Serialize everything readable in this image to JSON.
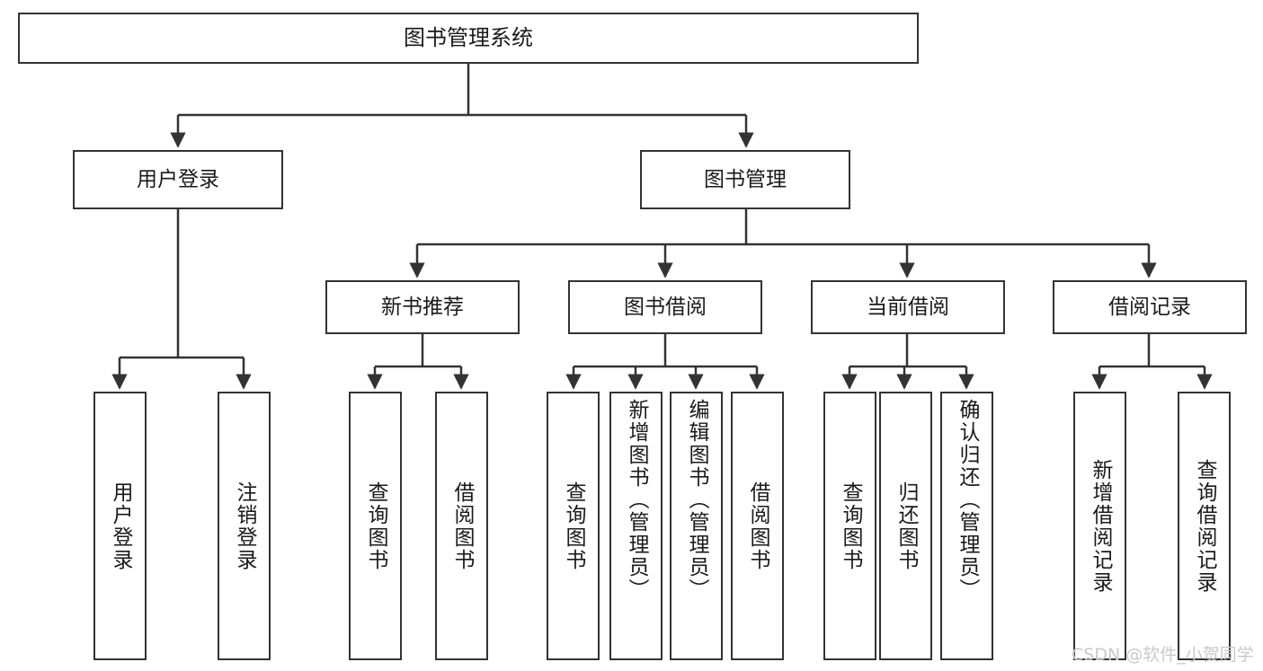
{
  "diagram": {
    "type": "tree-hierarchy",
    "title": "图书管理系统",
    "watermark": "CSDN @软件_小贺同学",
    "colors": {
      "box_border": "#333333",
      "box_fill": "#ffffff",
      "edge": "#333333",
      "text": "#1a1a1a",
      "watermark": "#c9c9c9",
      "background": "#ffffff"
    },
    "nodes": {
      "root": {
        "label": "图书管理系统"
      },
      "level2": [
        {
          "id": "user-login",
          "label": "用户登录"
        },
        {
          "id": "book-manage",
          "label": "图书管理"
        }
      ],
      "level3": [
        {
          "id": "new-book-recommend",
          "label": "新书推荐"
        },
        {
          "id": "book-borrow",
          "label": "图书借阅"
        },
        {
          "id": "current-borrow",
          "label": "当前借阅"
        },
        {
          "id": "borrow-record",
          "label": "借阅记录"
        }
      ],
      "leaves": [
        {
          "id": "leaf-user-login",
          "label": "用户登录",
          "parent": "user-login"
        },
        {
          "id": "leaf-user-logout",
          "label": "注销登录",
          "parent": "user-login"
        },
        {
          "id": "leaf-query-book-1",
          "label": "查询图书",
          "parent": "new-book-recommend"
        },
        {
          "id": "leaf-borrow-book-1",
          "label": "借阅图书",
          "parent": "new-book-recommend"
        },
        {
          "id": "leaf-query-book-2",
          "label": "查询图书",
          "parent": "book-borrow"
        },
        {
          "id": "leaf-add-book",
          "label": "新增图书（管理员）",
          "parent": "book-borrow"
        },
        {
          "id": "leaf-edit-book",
          "label": "编辑图书（管理员）",
          "parent": "book-borrow"
        },
        {
          "id": "leaf-borrow-book-2",
          "label": "借阅图书",
          "parent": "book-borrow"
        },
        {
          "id": "leaf-query-book-3",
          "label": "查询图书",
          "parent": "current-borrow"
        },
        {
          "id": "leaf-return-book",
          "label": "归还图书",
          "parent": "current-borrow"
        },
        {
          "id": "leaf-confirm-return",
          "label": "确认归还（管理员）",
          "parent": "current-borrow"
        },
        {
          "id": "leaf-add-record",
          "label": "新增借阅记录",
          "parent": "borrow-record"
        },
        {
          "id": "leaf-query-record",
          "label": "查询借阅记录",
          "parent": "borrow-record"
        }
      ]
    }
  }
}
